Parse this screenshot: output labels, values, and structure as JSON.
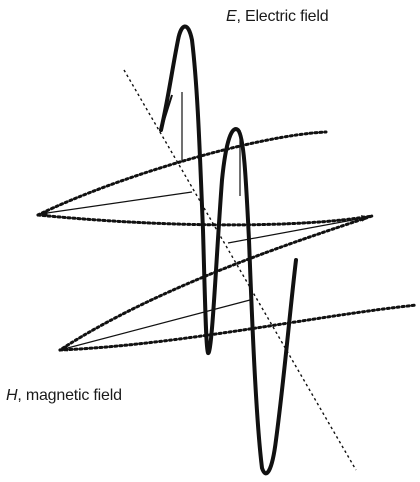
{
  "labels": {
    "electric": {
      "symbol": "E",
      "text": ", Electric field"
    },
    "magnetic": {
      "symbol": "H",
      "text": ", magnetic field"
    }
  },
  "colors": {
    "stroke": "#111111",
    "background": "#ffffff"
  }
}
